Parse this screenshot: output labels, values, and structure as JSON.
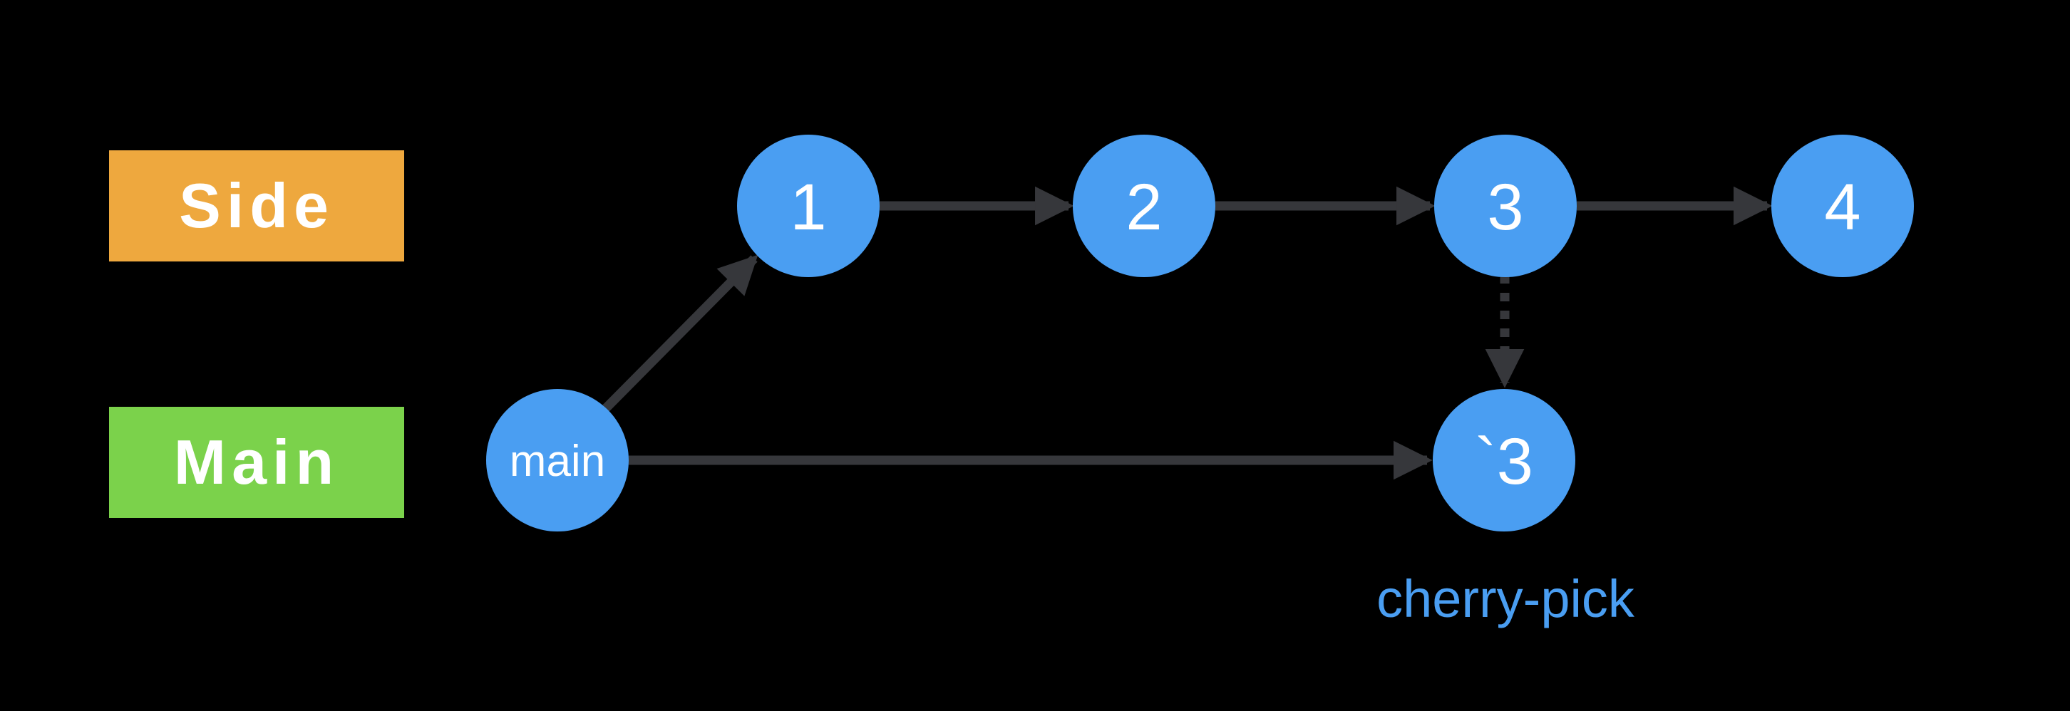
{
  "branches": [
    {
      "name": "side",
      "label": "Side",
      "color": "#EEA83E"
    },
    {
      "name": "main",
      "label": "Main",
      "color": "#7BD24B"
    }
  ],
  "nodes": [
    {
      "id": "main",
      "label": "main",
      "branch": "main"
    },
    {
      "id": "1",
      "label": "1",
      "branch": "side"
    },
    {
      "id": "2",
      "label": "2",
      "branch": "side"
    },
    {
      "id": "3",
      "label": "3",
      "branch": "side"
    },
    {
      "id": "4",
      "label": "4",
      "branch": "side"
    },
    {
      "id": "3-prime",
      "label": "`3",
      "branch": "main"
    }
  ],
  "edges": [
    {
      "from": "main",
      "to": "1",
      "style": "solid"
    },
    {
      "from": "1",
      "to": "2",
      "style": "solid"
    },
    {
      "from": "2",
      "to": "3",
      "style": "solid"
    },
    {
      "from": "3",
      "to": "4",
      "style": "solid"
    },
    {
      "from": "main",
      "to": "3-prime",
      "style": "solid"
    },
    {
      "from": "3",
      "to": "3-prime",
      "style": "dashed"
    }
  ],
  "annotation": {
    "label": "cherry-pick",
    "color": "#4A9EF2"
  },
  "colors": {
    "background": "#000000",
    "node": "#4A9EF2",
    "arrow": "#36373B",
    "node_text": "#FFFFFF",
    "branch_label_text": "#FFFFFF"
  }
}
